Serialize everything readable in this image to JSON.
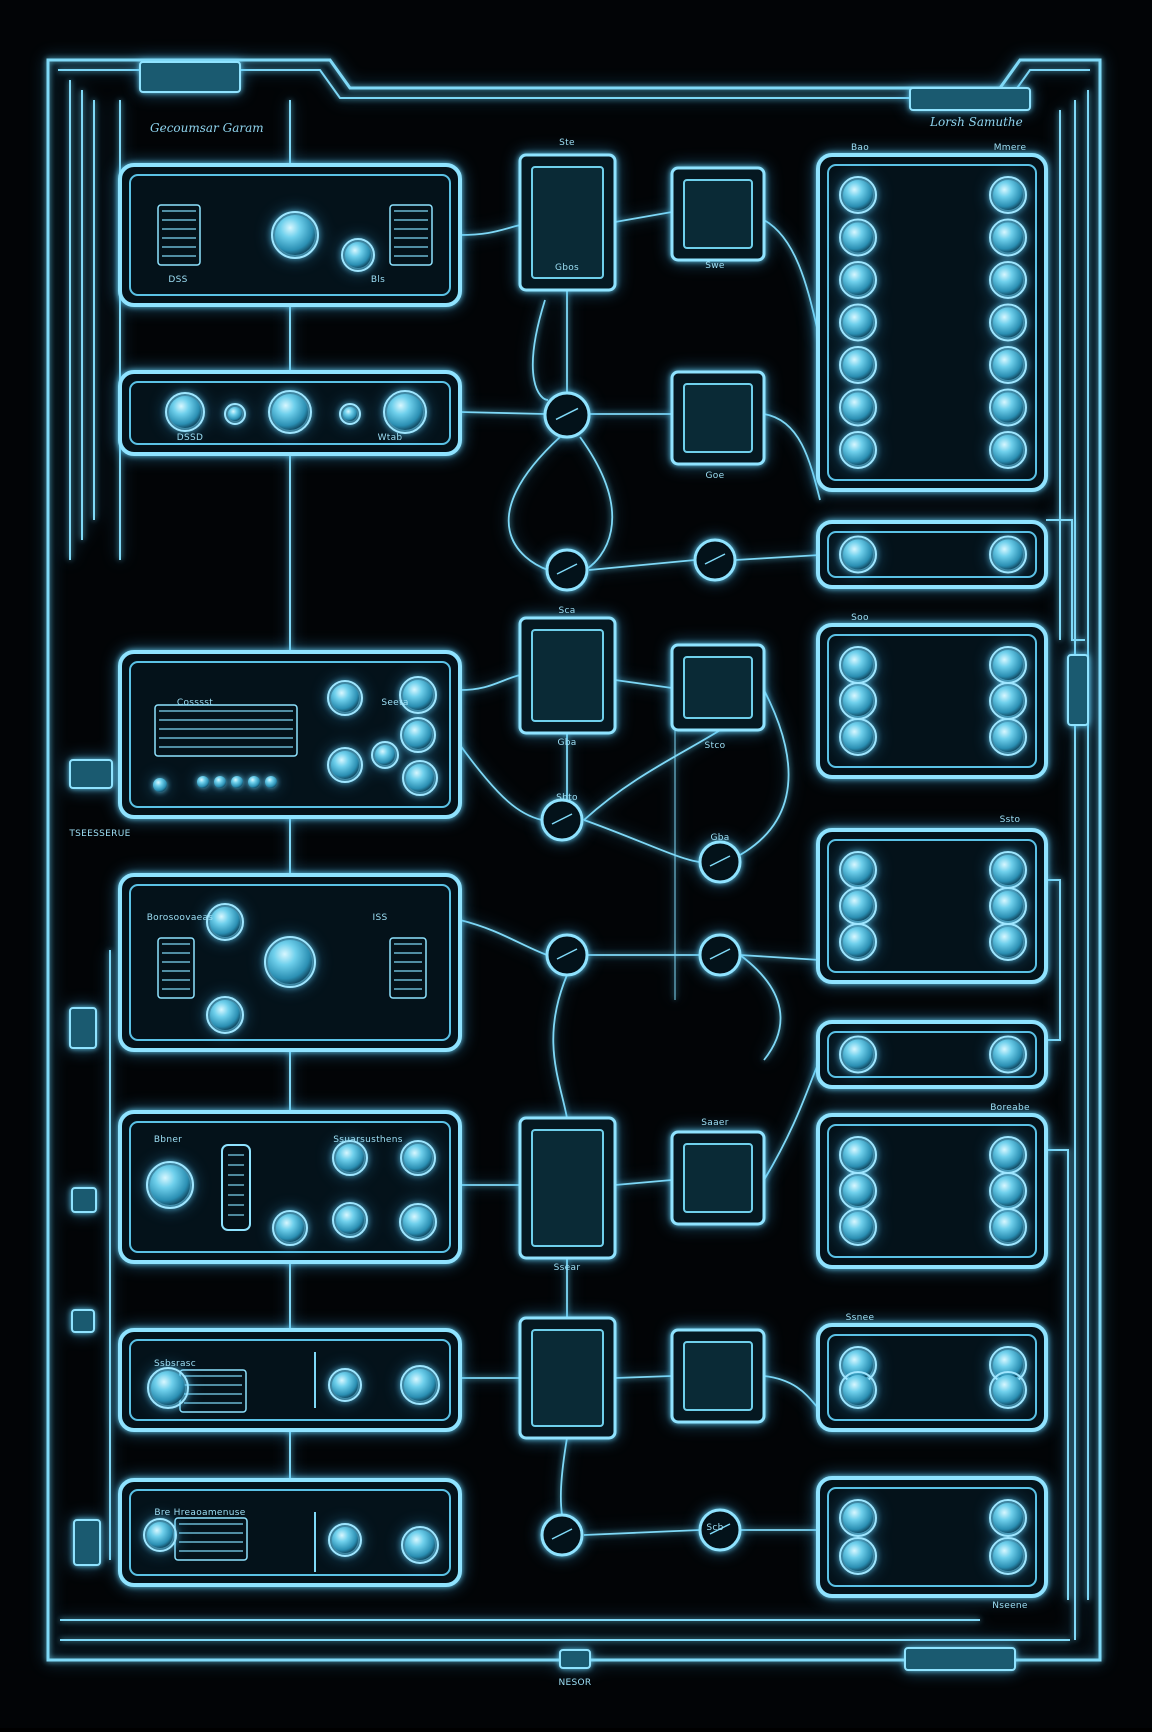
{
  "diagram": {
    "header_left": "Gecoumsar Garam",
    "header_right": "Lorsh Samuthe",
    "footer": "NESOR",
    "side_left": "TSEESSERUE",
    "colors": {
      "background": "#020406",
      "line": "#7fd9f7",
      "node_fill": "#3fb5d6",
      "node_highlight": "#c8f4ff",
      "panel_fill": "#04121a"
    },
    "left_panels": [
      {
        "id": "p1",
        "labels": [
          "DSS",
          "Bls"
        ]
      },
      {
        "id": "p2",
        "labels": [
          "DSSD",
          "Wtab"
        ]
      },
      {
        "id": "p3",
        "labels": [
          "Cosssst",
          "Seeta"
        ]
      },
      {
        "id": "p4",
        "labels": [
          "Borosoovaeas",
          "ISS"
        ]
      },
      {
        "id": "p5",
        "labels": [
          "Bbner",
          "Ssuarsusthens"
        ]
      },
      {
        "id": "p6",
        "labels": [
          "Ssbsrasc"
        ]
      },
      {
        "id": "p7",
        "labels": [
          "Bre Hreaoamenuse"
        ]
      }
    ],
    "center_labels": [
      "Ste",
      "Gbos",
      "Sca",
      "Gba",
      "Swe",
      "Goe",
      "Stco",
      "Gba",
      "Sbto",
      "Saaer",
      "Ssear",
      "Scb"
    ],
    "right_labels": [
      "Bao",
      "Mmere",
      "Soo",
      "Ssto",
      "Boreabe",
      "Ssnee",
      "Nseene"
    ]
  }
}
